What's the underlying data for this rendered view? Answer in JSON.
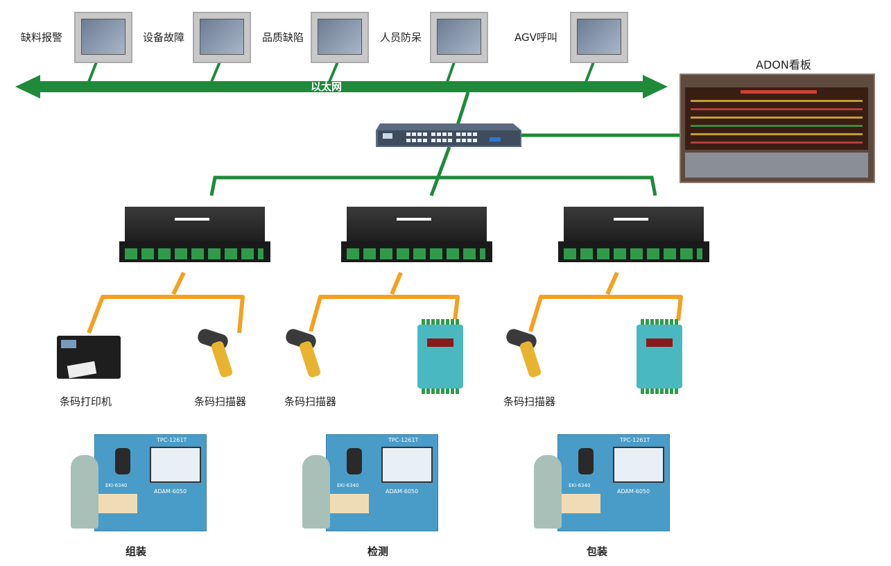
{
  "ethernet": {
    "label": "以太网"
  },
  "terminals": [
    {
      "label": "缺料报警"
    },
    {
      "label": "设备故障"
    },
    {
      "label": "品质缺陷"
    },
    {
      "label": "人员防呆"
    },
    {
      "label": "AGV呼叫"
    }
  ],
  "andon_board": {
    "title": "ADON看板"
  },
  "devices": [
    {
      "label": "条码打印机"
    },
    {
      "label": "条码扫描器"
    },
    {
      "label": "条码扫描器"
    },
    {
      "label": "条码扫描器"
    }
  ],
  "stations": [
    {
      "label": "组装",
      "panel": "TPC-1261T",
      "io": "ADAM-6050",
      "module": "EKI-6340"
    },
    {
      "label": "检测",
      "panel": "TPC-1261T",
      "io": "ADAM-6050",
      "module": "EKI-6340"
    },
    {
      "label": "包装",
      "panel": "TPC-1261T",
      "io": "ADAM-6050",
      "module": "EKI-6340"
    }
  ],
  "colors": {
    "ethernet_green": "#1e8a3a",
    "serial_orange": "#f5a020",
    "device_dark": "#2a2a2a",
    "connector_green": "#2f9a4a",
    "station_blue": "#4a9cc8"
  }
}
